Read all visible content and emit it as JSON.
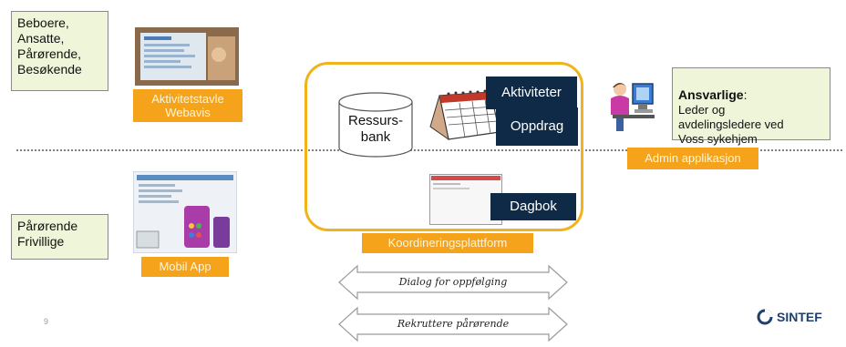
{
  "user_groups": {
    "top": "Beboere,\nAnsatte,\nPårørende,\nBesøkende",
    "bottom": "Pårørende\nFrivillige"
  },
  "responsible": {
    "label": "Ansvarlige",
    "text": "Leder og\navdelingsledere ved\nVoss sykehjem"
  },
  "orange_labels": {
    "web": "Aktivitetstavle\nWebavis",
    "admin": "Admin applikasjon",
    "platform": "Koordineringsplattform",
    "mobile": "Mobil App"
  },
  "navy_labels": {
    "activities": "Aktiviteter",
    "tasks": "Oppdrag",
    "diary": "Dagbok"
  },
  "resource_bank": "Ressurs-\nbank",
  "arrows": {
    "dialog": "Dialog for oppfølging",
    "recruit": "Rekruttere pårørende"
  },
  "page_number": "9",
  "logo": "SINTEF",
  "colors": {
    "orange": "#f5a31a",
    "navy": "#0f2a46",
    "note_bg": "#eef5d8",
    "platform_border": "#f2b21b"
  }
}
